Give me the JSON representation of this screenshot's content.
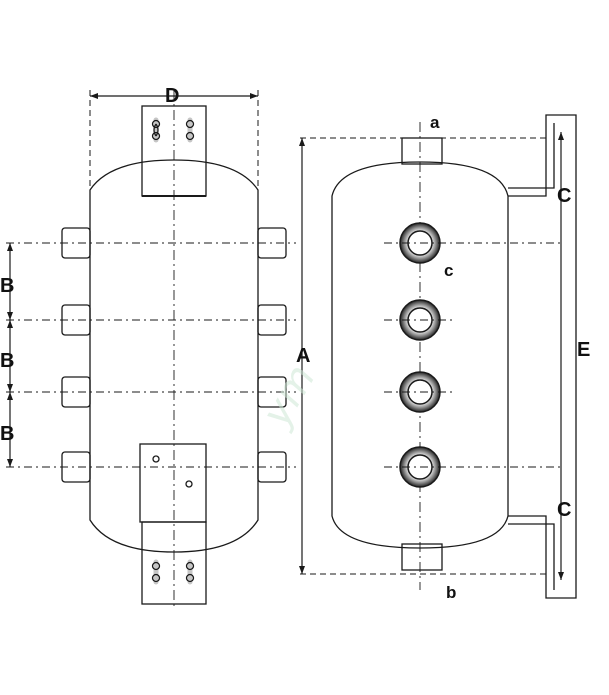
{
  "diagram": {
    "labels": {
      "D": "D",
      "A": "A",
      "E": "E",
      "B1": "B",
      "B2": "B",
      "B3": "B",
      "C_top": "C",
      "C_bottom": "C",
      "a": "a",
      "b": "b",
      "c": "c"
    },
    "watermark": "ym",
    "colors": {
      "line": "#1a1a1a",
      "dash": "#333333",
      "watermark": "#cfe8d6"
    }
  }
}
